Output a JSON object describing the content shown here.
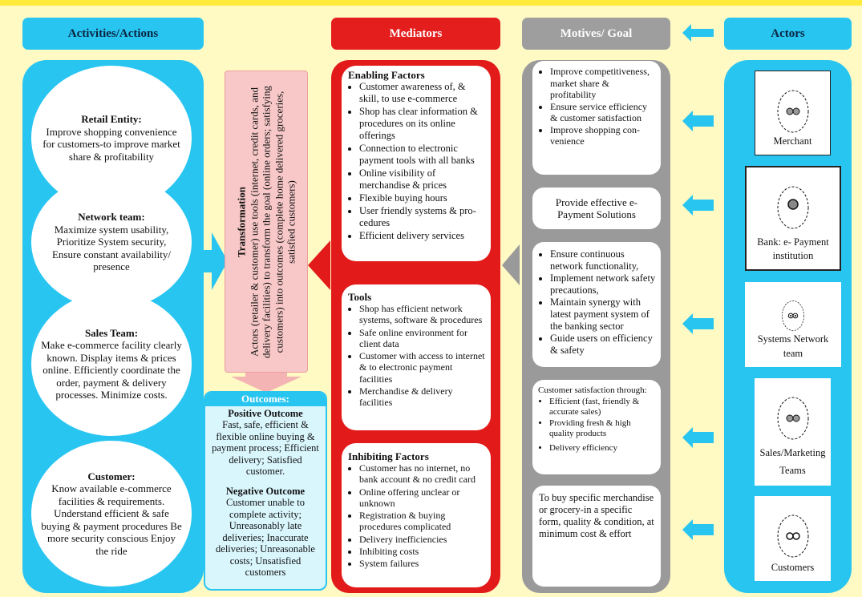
{
  "headers": {
    "activities": "Activities/Actions",
    "mediators": "Mediators",
    "motives": "Motives/ Goal",
    "actors": "Actors"
  },
  "activities": [
    {
      "title": "Retail Entity:",
      "text": "Improve shopping convenience for customers-to improve market share & profitability"
    },
    {
      "title": "Network team:",
      "text": "Maximize system usability, Prioritize System security, Ensure constant availability/ presence"
    },
    {
      "title": "Sales Team:",
      "text": "Make e-commerce facility clearly known. Display items & prices online. Efficiently coordinate the order, payment & delivery processes. Minimize costs."
    },
    {
      "title": "Customer:",
      "text": "Know available e-commerce facilities & requirements. Understand efficient & safe buying & payment procedures Be more security conscious Enjoy the ride"
    }
  ],
  "transformation": {
    "title": "Transformation",
    "text": "Actors (retailer & customer) use tools (internet, credit cards, and delivery facilities) to transform the goal (online orders; satisfying customers) into outcomes (complete home delivered groceries, satisfied customers)"
  },
  "outcomes": {
    "title": "Outcomes:",
    "positive_title": "Positive Outcome",
    "positive_text": "Fast, safe, efficient & flexible online buying & payment process; Efficient delivery; Satisfied customer.",
    "negative_title": "Negative Outcome",
    "negative_text": "Customer unable to complete activity; Unreasonably late deliveries; Inaccurate deliveries; Unreasonable costs; Unsatisfied customers"
  },
  "mediators": {
    "enabling": {
      "title": "Enabling Factors",
      "items": [
        "Customer awareness of, & skill, to use e-commerce",
        "Shop has clear information & procedures on its online offerings",
        "Connection to electronic payment tools with all banks",
        "Online visibility of merchandise & prices",
        "Flexible buying hours",
        "User friendly systems & pro- cedures",
        "Efficient delivery services"
      ]
    },
    "tools": {
      "title": "Tools",
      "items": [
        "Shop has efficient network systems, software & procedures",
        "Safe online environment for client data",
        "Customer with access to internet & to electronic payment facilities",
        "Merchandise & delivery facilities"
      ]
    },
    "inhibiting": {
      "title": "Inhibiting Factors",
      "items": [
        "Customer has no internet, no bank account & no credit card",
        "Online offering unclear or unknown",
        "Registration & buying procedures complicated",
        "Delivery inefficiencies",
        "Inhibiting costs",
        "System failures"
      ]
    }
  },
  "motives": {
    "m1": [
      "Improve competitiveness, market share & profitability",
      "Ensure service efficiency & customer satisfaction",
      "Improve shopping con-venience"
    ],
    "m2": "Provide effective e- Payment Solutions",
    "m3": [
      "Ensure continuous network functionality,",
      "Implement network safety precautions,",
      "Maintain synergy with latest payment system of the banking sector",
      "Guide users on efficiency & safety"
    ],
    "m4_intro": "Customer satisfaction through:",
    "m4": [
      "Efficient (fast, friendly & accurate sales)",
      "Providing fresh & high quality products",
      "Delivery efficiency"
    ],
    "m5": "To buy specific merchandise or grocery-in a specific form, quality & condition, at minimum cost & effort"
  },
  "actors": [
    {
      "label": "Merchant",
      "icon": "figure-eight-icon"
    },
    {
      "label": "Bank: e- Payment institution",
      "icon": "filled-dot-icon"
    },
    {
      "label": "Systems Network team",
      "icon": "double-ring-icon"
    },
    {
      "label": "Sales/Marketing Teams",
      "icon": "figure-eight-icon"
    },
    {
      "label": "Customers",
      "icon": "infinity-icon"
    }
  ],
  "colors": {
    "background": "#FFF9C4",
    "blue": "#29C5F1",
    "red": "#E21A1A",
    "gray": "#9A9A9A",
    "pink": "#F8C8C8"
  }
}
